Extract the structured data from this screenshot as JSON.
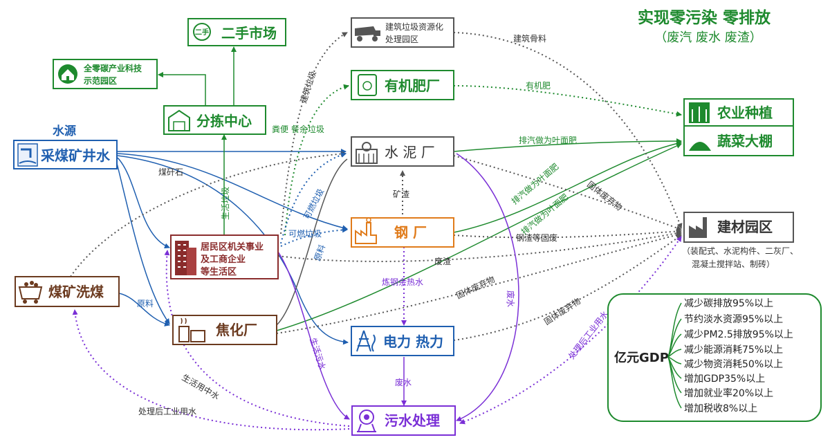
{
  "title": {
    "main": "实现零污染 零排放",
    "sub": "（废汽 废水 废渣）"
  },
  "water_source_label": "水源",
  "colors": {
    "blue": "#1f5fb0",
    "green": "#1e8a2e",
    "gray": "#555555",
    "orange": "#e07b1a",
    "maroon": "#8a2c2c",
    "purple": "#7a2fd6",
    "brown": "#6b3a1f",
    "dark": "#2a2a2a"
  },
  "nodes": {
    "second_hand_market": "二手市场",
    "zero_carbon_park": {
      "line1": "全零碳产业科技",
      "line2": "示范园区"
    },
    "sorting_center": "分拣中心",
    "construction_waste": {
      "line1": "建筑垃圾资源化",
      "line2": "处理园区"
    },
    "organic_fertilizer": "有机肥厂",
    "agriculture": "农业种植",
    "greenhouse": "蔬菜大棚",
    "coal_mine_water": "采煤矿井水",
    "cement_plant": "水 泥 厂",
    "residential": {
      "line1": "居民区机关事业",
      "line2": "及工商企业",
      "line3": "等生活区"
    },
    "steel_plant": "钢   厂",
    "building_materials": "建材园区",
    "building_materials_note": {
      "line1": "（装配式、水泥构件、二灰厂、",
      "line2": "混凝土搅拌站、制砖）"
    },
    "coal_washing": "煤矿洗煤",
    "coking_plant": "焦化厂",
    "power_heat": "电力 热力",
    "sewage_treatment": "污水处理"
  },
  "edge_labels": {
    "construction_aggregate": "建筑骨料",
    "construction_garbage": "建筑垃圾",
    "organic_fertilizer": "有机肥",
    "manure_food_waste": "粪便 餐余垃圾",
    "exhaust_foliar_1": "排汽做为叶面肥",
    "exhaust_foliar_2": "排汽做为叶面肥",
    "exhaust_foliar_3": "排汽做为叶面肥",
    "coal_gangue": "煤矸石",
    "domestic_garbage": "生活垃圾",
    "combustible_garbage_1": "可燃垃圾",
    "combustible_garbage_2": "可燃垃圾",
    "slag": "矿渣",
    "solid_waste_1": "固体废弃物",
    "solid_waste_2": "固体废弃物",
    "solid_waste_3": "固体废弃物",
    "steel_slag": "钢渣等固废",
    "waste_slag": "废渣",
    "raw_material_1": "原料",
    "raw_material_2": "原料",
    "steelmaking_waste_heat_water": "炼钢余热水",
    "waste_water_1": "废水",
    "waste_water_2": "废水",
    "domestic_sewage": "生活污水",
    "domestic_reclaimed_water": "生活用中水",
    "treated_industrial_water_1": "处理后工业用水",
    "treated_industrial_water_2": "处理后工业用水"
  },
  "gdp_panel": {
    "label": "亿元GDP",
    "items": [
      "减少碳排放95%以上",
      "节约淡水资源95%以上",
      "减少PM2.5排放95%以上",
      "减少能源消耗75%以上",
      "减少物资消耗50%以上",
      "增加GDP35%以上",
      "增加就业率20%以上",
      "增加税收8%以上"
    ]
  }
}
